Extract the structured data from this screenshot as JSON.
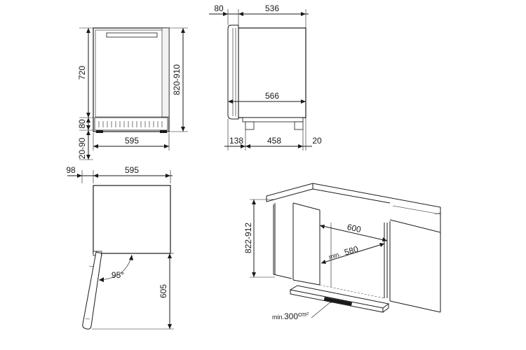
{
  "front_view": {
    "height_720": "720",
    "height_820_910": "820-910",
    "plinth_80": "80",
    "feet_20_90": "20-90",
    "width_595": "595"
  },
  "side_view": {
    "door_80": "80",
    "depth_536": "536",
    "depth_566": "566",
    "offset_138": "138",
    "feet_458": "458",
    "rear_20": "20"
  },
  "top_view": {
    "door_98": "98",
    "width_595": "595",
    "angle_95": "95°",
    "swing_605": "605"
  },
  "installation": {
    "height_822_912": "822-912",
    "niche_600": "600",
    "niche_min_prefix": "min.",
    "niche_580": "580",
    "vent_min_prefix": "min.",
    "vent_300": "300",
    "vent_unit": "cm²"
  }
}
